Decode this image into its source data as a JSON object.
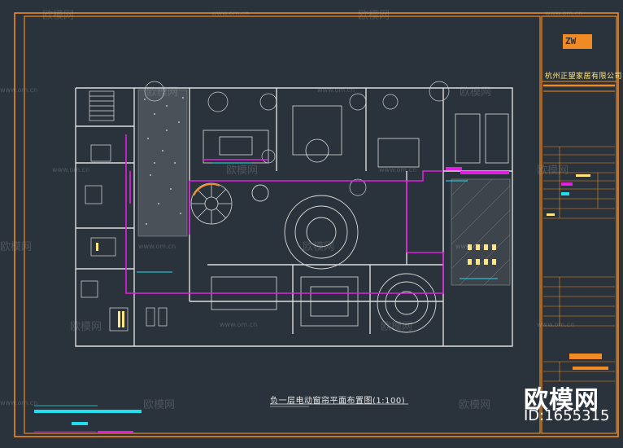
{
  "company": "杭州正望家居有限公司",
  "drawing_title": "负一层电动窗帘平面布置图(1:100)",
  "watermark": {
    "brand": "欧模网",
    "url": "www.om.cn",
    "big_text": "欧模网",
    "id_text": "ID:1655315"
  },
  "logo_text": "ZW",
  "colors": {
    "background": "#2a323b",
    "frame": "#f08a24",
    "walls": "#dcdcdc",
    "curtain_track": "#e020e0",
    "annotation": "#20e0f0"
  }
}
